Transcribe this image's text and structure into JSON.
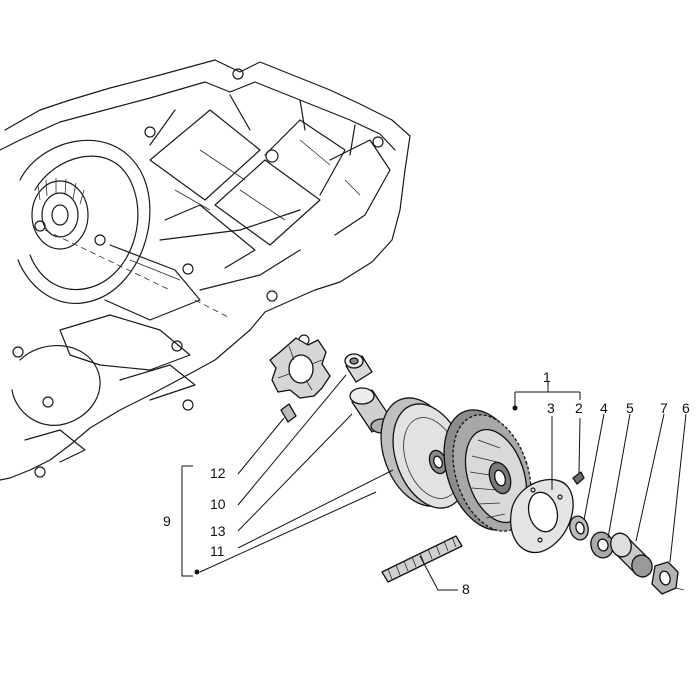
{
  "callouts": {
    "c1": "1",
    "c2": "2",
    "c3": "3",
    "c4": "4",
    "c5": "5",
    "c6": "6",
    "c7": "7",
    "c8": "8",
    "c9": "9",
    "c10": "10",
    "c11": "11",
    "c12": "12",
    "c13": "13"
  },
  "colors": {
    "line": "#111111",
    "part_fill_light": "#e6e6e6",
    "part_fill_mid": "#bdbdbd",
    "part_fill_dark": "#7a7a7a",
    "background": "#ffffff"
  }
}
